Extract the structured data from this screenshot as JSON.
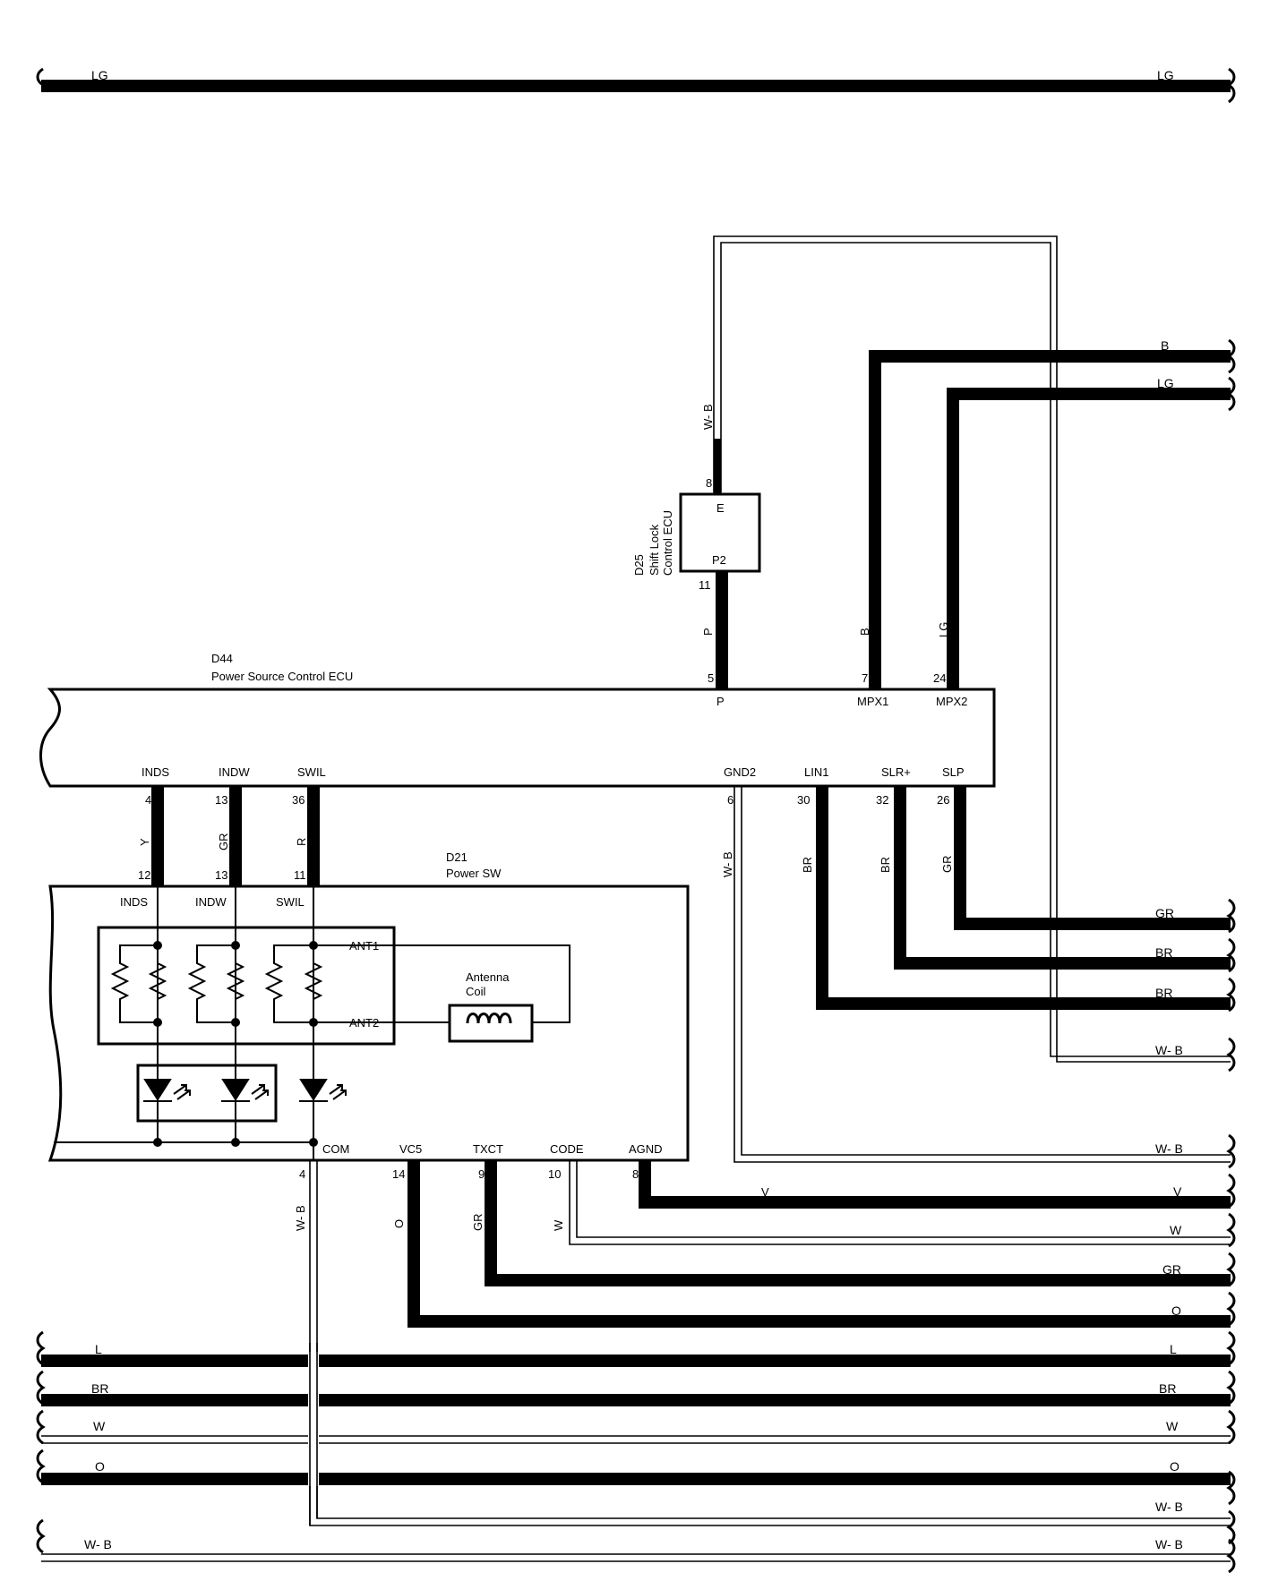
{
  "wires": {
    "top_lg_left": "LG",
    "top_lg_right": "LG",
    "right_b": "B",
    "right_lg": "LG",
    "right_gr": "GR",
    "right_br1": "BR",
    "right_br2": "BR",
    "right_wb1": "W- B",
    "right_wb2": "W- B",
    "right_v": "V",
    "mid_v": "V",
    "right_w": "W",
    "right_gr2": "GR",
    "right_o": "O",
    "bus_l": "L",
    "bus_br": "BR",
    "bus_w": "W",
    "bus_o": "O",
    "bus_wb_right": "W- B",
    "bottom_wb_left": "W- B",
    "bottom_wb_right": "W- B",
    "v_wb_d25": "W- B",
    "v_p": "P",
    "v_b": "B",
    "v_lg": "LG",
    "v_y": "Y",
    "v_gr": "GR",
    "v_r": "R",
    "v_wb_gnd2": "W- B",
    "v_br1": "BR",
    "v_br2": "BR",
    "v_gr2": "GR",
    "v_wb_com": "W- B",
    "v_o": "O",
    "v_gr3": "GR",
    "v_w": "W"
  },
  "d25": {
    "id": "D25",
    "name_line1": "Shift Lock",
    "name_line2": "Control ECU",
    "pin_e": "E",
    "pin_p2": "P2",
    "pin8": "8",
    "pin11": "11"
  },
  "d44": {
    "id": "D44",
    "name": "Power Source Control ECU",
    "top_pins": [
      {
        "label": "P",
        "num": "5"
      },
      {
        "label": "MPX1",
        "num": "7"
      },
      {
        "label": "MPX2",
        "num": "24"
      }
    ],
    "bottom_pins": [
      {
        "label": "INDS",
        "num": "4"
      },
      {
        "label": "INDW",
        "num": "13"
      },
      {
        "label": "SWIL",
        "num": "36"
      },
      {
        "label": "GND2",
        "num": "6"
      },
      {
        "label": "LIN1",
        "num": "30"
      },
      {
        "label": "SLR+",
        "num": "32"
      },
      {
        "label": "SLP",
        "num": "26"
      }
    ]
  },
  "d21": {
    "id": "D21",
    "name": "Power SW",
    "top_pins": [
      {
        "label": "INDS",
        "num": "12"
      },
      {
        "label": "INDW",
        "num": "13"
      },
      {
        "label": "SWIL",
        "num": "11"
      }
    ],
    "ant1": "ANT1",
    "ant2": "ANT2",
    "coil_line1": "Antenna",
    "coil_line2": "Coil",
    "bottom_pins": [
      {
        "label": "COM",
        "num": "4"
      },
      {
        "label": "VC5",
        "num": "14"
      },
      {
        "label": "TXCT",
        "num": "9"
      },
      {
        "label": "CODE",
        "num": "10"
      },
      {
        "label": "AGND",
        "num": "8"
      }
    ]
  }
}
